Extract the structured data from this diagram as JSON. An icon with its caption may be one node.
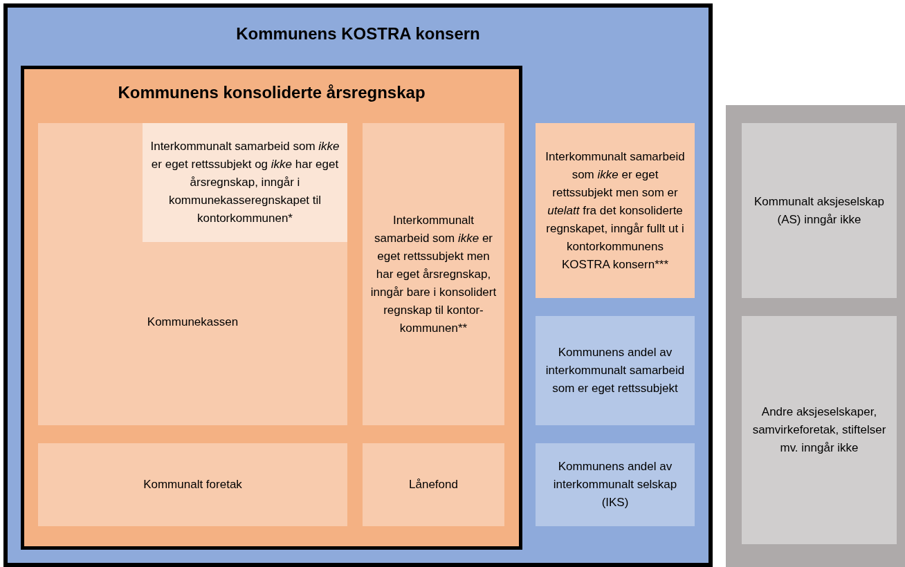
{
  "diagram": {
    "nodes": [
      {
        "text": [
          "Kommunens KOSTRA konsern"
        ]
      },
      {
        "text": [
          "Kommunens konsoliderte årsregnskap"
        ],
        "in": 0
      },
      {
        "text": [
          "Kommunekassen"
        ],
        "in": 1
      },
      {
        "text": [
          "Interkommunalt samarbeid som *ikke* er eget rettssubjekt og *ikke* har eget årsregnskap, inngår i kommunekasseregnskapet til kontorkommunen*"
        ],
        "in": 2
      },
      {
        "text": [
          "Interkommunalt samarbeid som *ikke* er eget rettssubjekt men har eget årsregnskap, inngår bare i konsolidert regnskap til kontor-kommunen**"
        ],
        "in": 1
      },
      {
        "text": [
          "Kommunalt foretak"
        ],
        "in": 1
      },
      {
        "text": [
          "Lånefond"
        ],
        "in": 1
      },
      {
        "text": [
          "Interkommunalt samarbeid som *ikke* er eget rettssubjekt men som er *utelatt* fra det konsoliderte regnskapet, inngår fullt ut i kontorkommunens KOSTRA konsern***"
        ],
        "in": 0
      },
      {
        "text": [
          "Kommunens andel av interkommunalt samarbeid som er eget rettssubjekt"
        ],
        "in": 0
      },
      {
        "text": [
          "Kommunens andel av interkommunalt selskap (IKS)"
        ],
        "in": 0
      },
      {
        "text": [],
        "shape": "box"
      },
      {
        "text": [
          "Kommunalt aksjeselskap (AS) inngår ikke"
        ],
        "in": 10
      },
      {
        "text": [
          "Andre aksjeselskaper, samvirkeforetak, stiftelser mv. inngår ikke"
        ],
        "in": 10
      }
    ]
  }
}
